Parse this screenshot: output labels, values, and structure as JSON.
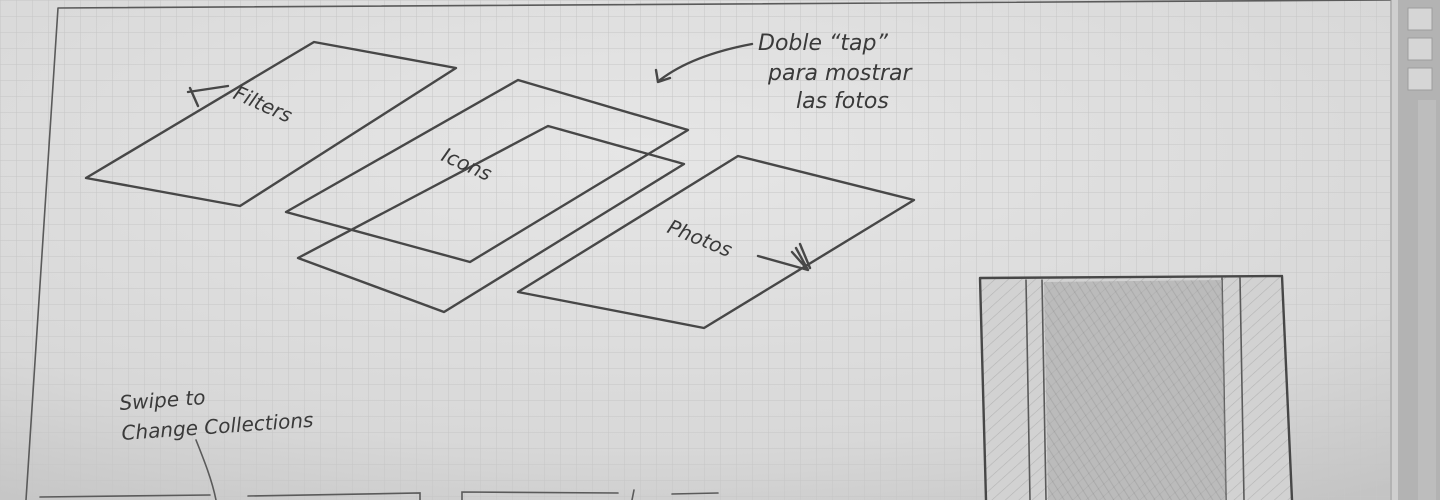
{
  "labels": {
    "filters": "Filters",
    "icons": "Icons",
    "photos": "Photos",
    "note_line1": "Doble “tap”",
    "note_line2": "para mostrar",
    "note_line3": "las fotos",
    "swipe_line1": "Swipe to",
    "swipe_line2": "Change Collections"
  },
  "colors": {
    "paper": "#dedede",
    "grid": "#c9c9c9",
    "pencil": "#474747",
    "shade": "#9a9a9a",
    "binding": "#a8a8a8"
  }
}
